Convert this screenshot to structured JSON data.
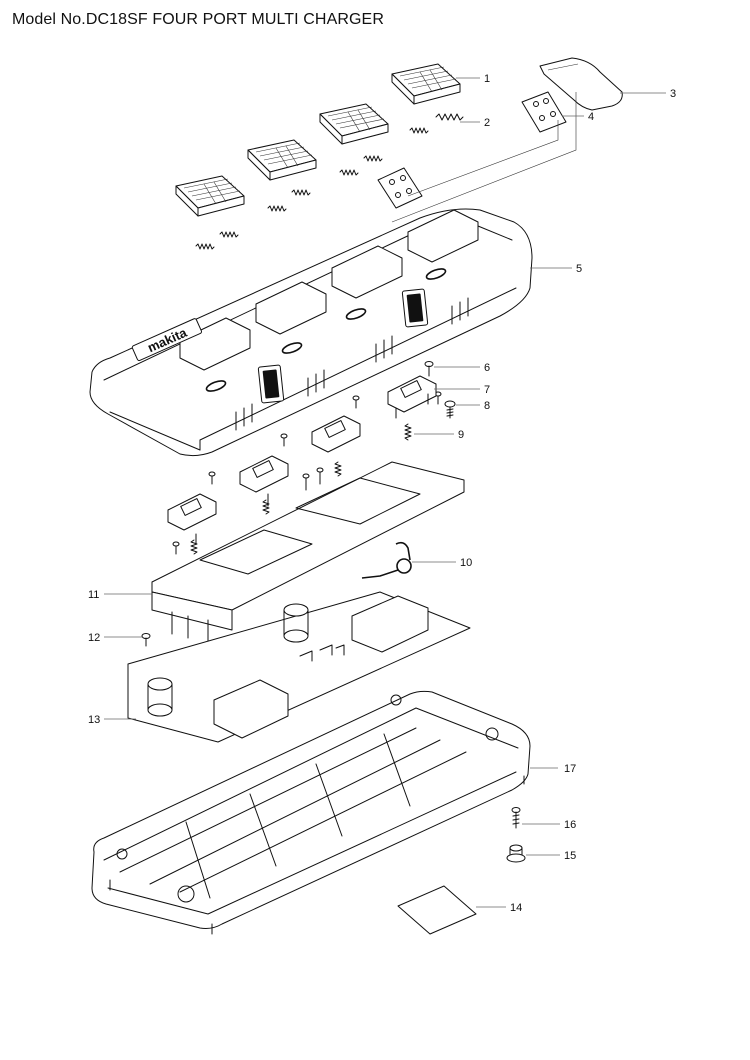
{
  "header": {
    "title": "Model No.DC18SF FOUR PORT MULTI CHARGER"
  },
  "brand": "makita",
  "parts": [
    {
      "label": "1"
    },
    {
      "label": "2"
    },
    {
      "label": "3"
    },
    {
      "label": "4"
    },
    {
      "label": "5"
    },
    {
      "label": "6"
    },
    {
      "label": "7"
    },
    {
      "label": "8"
    },
    {
      "label": "9"
    },
    {
      "label": "10"
    },
    {
      "label": "11"
    },
    {
      "label": "12"
    },
    {
      "label": "13"
    },
    {
      "label": "14"
    },
    {
      "label": "15"
    },
    {
      "label": "16"
    },
    {
      "label": "17"
    }
  ]
}
